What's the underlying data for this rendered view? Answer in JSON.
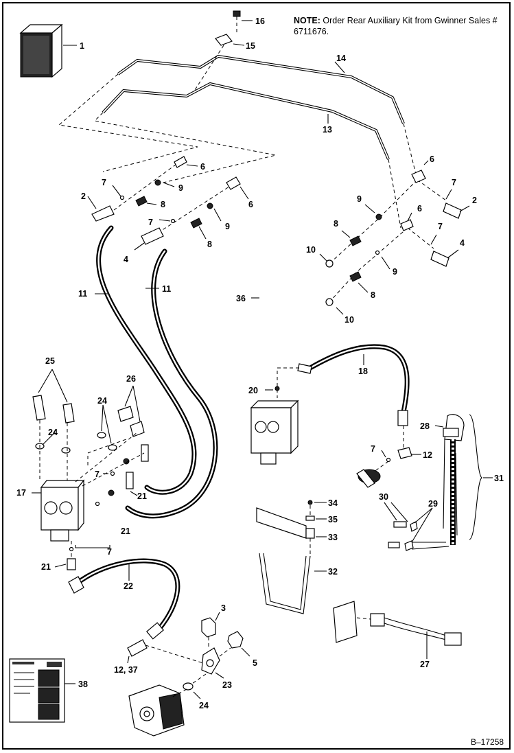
{
  "note": {
    "label": "NOTE:",
    "text": "Order Rear Auxiliary Kit from Gwinner Sales # 6711676."
  },
  "drawing_code": "B–17258",
  "callouts": [
    {
      "id": "c1",
      "text": "1"
    },
    {
      "id": "c2a",
      "text": "2"
    },
    {
      "id": "c2b",
      "text": "2"
    },
    {
      "id": "c3",
      "text": "3"
    },
    {
      "id": "c4a",
      "text": "4"
    },
    {
      "id": "c4b",
      "text": "4"
    },
    {
      "id": "c5",
      "text": "5"
    },
    {
      "id": "c6a",
      "text": "6"
    },
    {
      "id": "c6b",
      "text": "6"
    },
    {
      "id": "c6c",
      "text": "6"
    },
    {
      "id": "c6d",
      "text": "6"
    },
    {
      "id": "c7a",
      "text": "7"
    },
    {
      "id": "c7b",
      "text": "7"
    },
    {
      "id": "c7c",
      "text": "7"
    },
    {
      "id": "c7d",
      "text": "7"
    },
    {
      "id": "c7e",
      "text": "7"
    },
    {
      "id": "c7f",
      "text": "7"
    },
    {
      "id": "c7g",
      "text": "7"
    },
    {
      "id": "c8a",
      "text": "8"
    },
    {
      "id": "c8b",
      "text": "8"
    },
    {
      "id": "c8c",
      "text": "8"
    },
    {
      "id": "c8d",
      "text": "8"
    },
    {
      "id": "c9a",
      "text": "9"
    },
    {
      "id": "c9b",
      "text": "9"
    },
    {
      "id": "c9c",
      "text": "9"
    },
    {
      "id": "c9d",
      "text": "9"
    },
    {
      "id": "c10a",
      "text": "10"
    },
    {
      "id": "c10b",
      "text": "10"
    },
    {
      "id": "c11a",
      "text": "11"
    },
    {
      "id": "c11b",
      "text": "11"
    },
    {
      "id": "c12a",
      "text": "12"
    },
    {
      "id": "c12b",
      "text": "12, 37"
    },
    {
      "id": "c13",
      "text": "13"
    },
    {
      "id": "c14",
      "text": "14"
    },
    {
      "id": "c15",
      "text": "15"
    },
    {
      "id": "c16",
      "text": "16"
    },
    {
      "id": "c17",
      "text": "17"
    },
    {
      "id": "c18",
      "text": "18"
    },
    {
      "id": "c20",
      "text": "20"
    },
    {
      "id": "c21a",
      "text": "21"
    },
    {
      "id": "c21b",
      "text": "21"
    },
    {
      "id": "c21c",
      "text": "21"
    },
    {
      "id": "c22",
      "text": "22"
    },
    {
      "id": "c23",
      "text": "23"
    },
    {
      "id": "c24a",
      "text": "24"
    },
    {
      "id": "c24b",
      "text": "24"
    },
    {
      "id": "c24c",
      "text": "24"
    },
    {
      "id": "c25",
      "text": "25"
    },
    {
      "id": "c26",
      "text": "26"
    },
    {
      "id": "c27",
      "text": "27"
    },
    {
      "id": "c28",
      "text": "28"
    },
    {
      "id": "c29",
      "text": "29"
    },
    {
      "id": "c30",
      "text": "30"
    },
    {
      "id": "c31",
      "text": "31"
    },
    {
      "id": "c32",
      "text": "32"
    },
    {
      "id": "c33",
      "text": "33"
    },
    {
      "id": "c34",
      "text": "34"
    },
    {
      "id": "c35",
      "text": "35"
    },
    {
      "id": "c36",
      "text": "36"
    },
    {
      "id": "c38",
      "text": "38"
    }
  ]
}
